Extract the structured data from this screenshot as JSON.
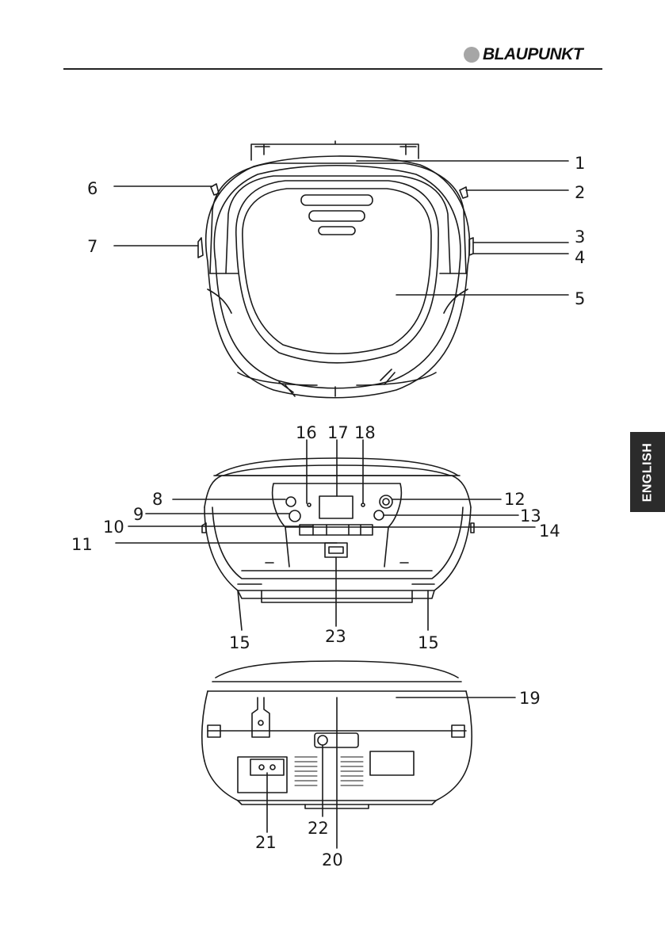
{
  "header": {
    "brand": "BLAUPUNKT"
  },
  "side_tab": {
    "language": "ENGLISH"
  },
  "figure_top": {
    "callouts": [
      "1",
      "2",
      "3",
      "4",
      "5",
      "6",
      "7"
    ]
  },
  "figure_front": {
    "callouts": [
      "8",
      "9",
      "10",
      "11",
      "12",
      "13",
      "14",
      "15",
      "15",
      "16",
      "17",
      "18",
      "23"
    ]
  },
  "figure_back": {
    "callouts": [
      "19",
      "20",
      "21",
      "22"
    ]
  }
}
